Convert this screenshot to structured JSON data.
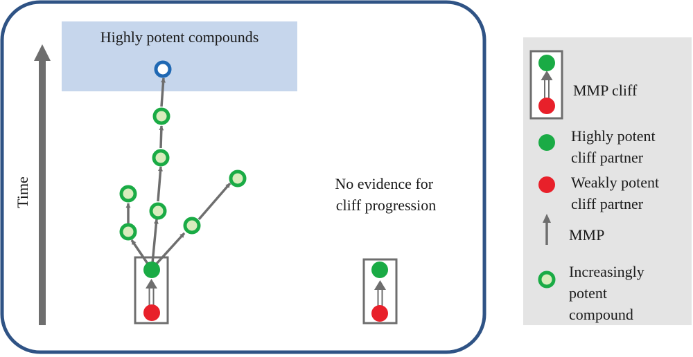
{
  "main_panel": {
    "highly_potent_label": "Highly potent compounds",
    "time_label": "Time",
    "no_evidence_lines": [
      "No evidence for",
      "cliff progression"
    ]
  },
  "legend": {
    "mmp_cliff": "MMP cliff",
    "highly_potent_partner_lines": [
      "Highly potent",
      "cliff partner"
    ],
    "weakly_potent_partner_lines": [
      "Weakly potent",
      "cliff partner"
    ],
    "mmp": "MMP",
    "increasingly_potent_lines": [
      "Increasingly",
      "potent",
      "compound"
    ]
  },
  "colors": {
    "frame": "#2f5385",
    "arrow": "#6e6e6e",
    "green": "#1aab45",
    "red": "#e8202a",
    "blue_ring": "#1f68b3",
    "pale_fill": "#d9ecbd",
    "highlight_box": "#c6d6ec",
    "legend_bg": "#e4e4e4"
  }
}
